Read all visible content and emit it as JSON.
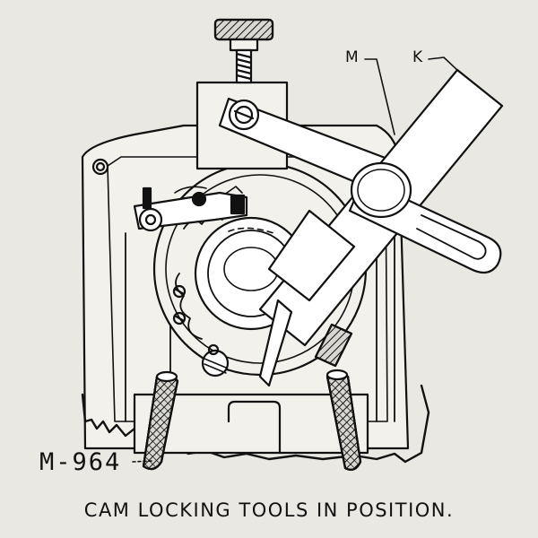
{
  "figure": {
    "callout_m": "M",
    "callout_k": "K",
    "figure_number": "M-964",
    "caption": "CAM LOCKING TOOLS IN POSITION."
  },
  "colors": {
    "paper": "#e9e8e3",
    "ink": "#111111"
  }
}
